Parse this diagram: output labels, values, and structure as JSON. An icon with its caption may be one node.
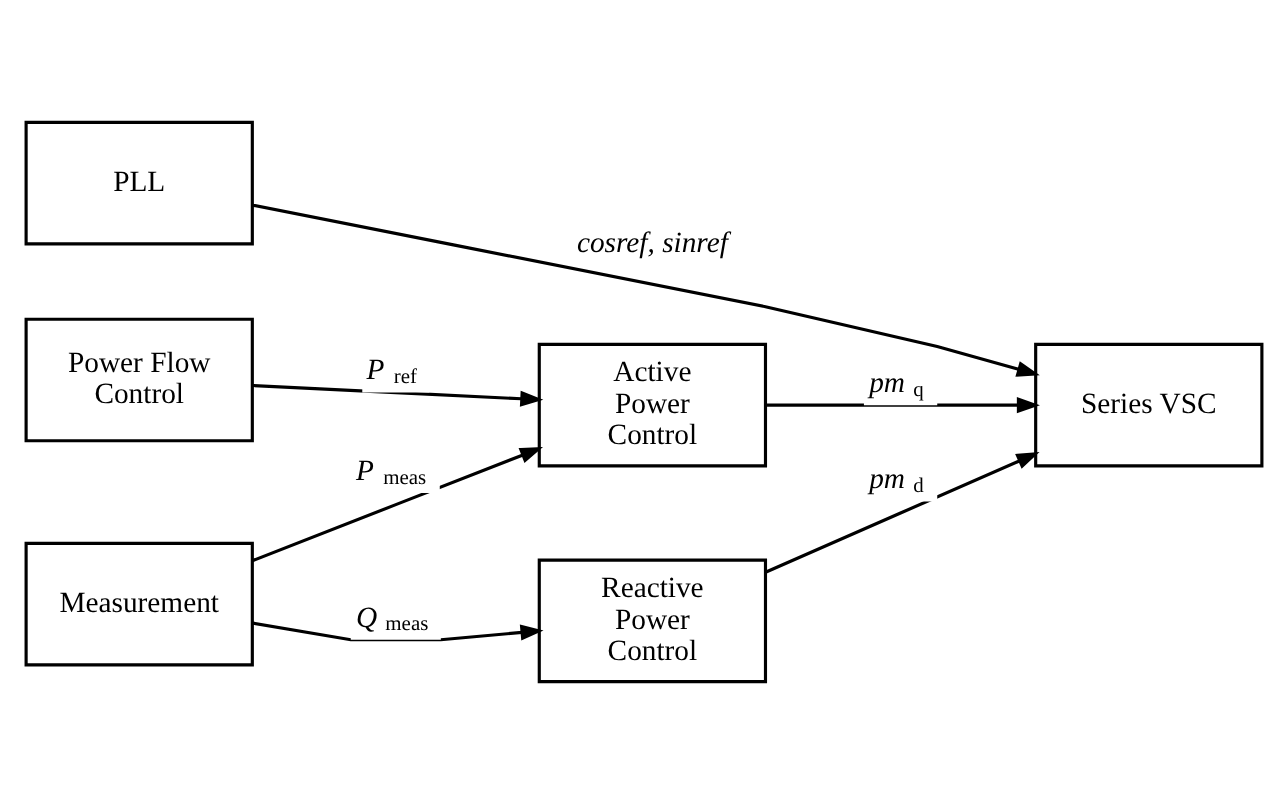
{
  "diagram": {
    "nodes": [
      {
        "text": [
          "Power Flow Control"
        ]
      },
      {
        "text": [
          "Measurement"
        ]
      },
      {
        "text": [
          "PLL"
        ]
      },
      {
        "text": [
          "Active Power Control"
        ]
      },
      {
        "text": [
          "Reactive Power Control"
        ]
      },
      {
        "text": [
          "Series VSC"
        ]
      }
    ],
    "edges": [
      {
        "from": 0,
        "to": 3,
        "arrow": "to",
        "label": "*P*$_{ref}$"
      },
      {
        "from": 1,
        "to": 3,
        "arrow": "to",
        "label": "*P*$_{meas}$"
      },
      {
        "from": 1,
        "to": 4,
        "arrow": "to",
        "label": "*Q*$_{meas}$"
      },
      {
        "from": 3,
        "to": 5,
        "arrow": "to",
        "label": "*pm*$_{q}$"
      },
      {
        "from": 4,
        "to": 5,
        "arrow": "to",
        "label": "*pm*$_{d}$"
      },
      {
        "from": 2,
        "to": 5,
        "arrow": "to",
        "label": "*cosref, sinref*"
      }
    ]
  }
}
